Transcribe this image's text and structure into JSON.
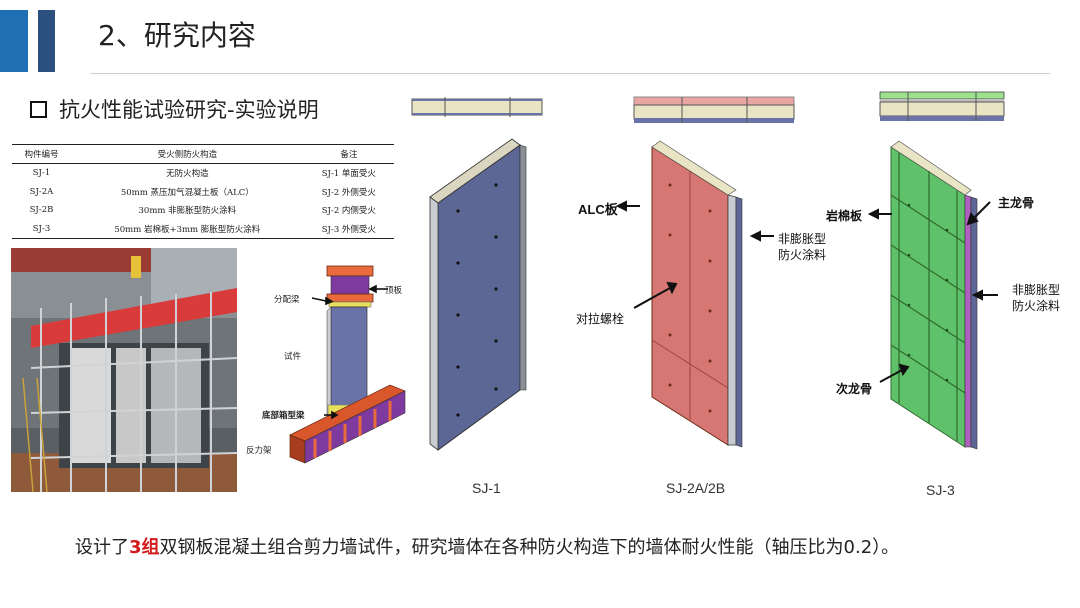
{
  "header": {
    "title": "2、研究内容",
    "subtitle": "抗火性能试验研究-实验说明",
    "accent_colors": [
      "#1f6fb5",
      "#2b4f7e"
    ]
  },
  "table": {
    "headers": [
      "构件编号",
      "受火侧防火构造",
      "备注"
    ],
    "rows": [
      [
        "SJ-1",
        "无防火构造",
        "SJ-1 单面受火"
      ],
      [
        "SJ-2A",
        "50mm 蒸压加气混凝土板（ALC）",
        "SJ-2 外侧受火"
      ],
      [
        "SJ-2B",
        "30mm 非膨胀型防火涂料",
        "SJ-2 内侧受火"
      ],
      [
        "SJ-3",
        "50mm 岩棉板+3mm 膨胀型防火涂料",
        "SJ-3 外侧受火"
      ]
    ]
  },
  "setup_diagram": {
    "labels": {
      "distribution_beam": "分配梁",
      "top_plate": "顶板",
      "specimen": "试件",
      "bottom_box_beam": "底部箱型梁",
      "reaction_frame": "反力架"
    }
  },
  "specimens": {
    "sj1": {
      "caption": "SJ-1"
    },
    "sj2": {
      "caption": "SJ-2A/2B",
      "alc_label": "ALC板",
      "coating_label_line1": "非膨胀型",
      "coating_label_line2": "防火涂料",
      "bolt_label": "对拉螺栓"
    },
    "sj3": {
      "caption": "SJ-3",
      "rockwool_label": "岩棉板",
      "main_keel_label": "主龙骨",
      "coating_label_line1": "非膨胀型",
      "coating_label_line2": "防火涂料",
      "secondary_keel_label": "次龙骨"
    }
  },
  "footer": {
    "prefix": "设计了",
    "highlight": "3组",
    "suffix": "双钢板混凝土组合剪力墙试件，研究墙体在各种防火构造下的墙体耐火性能（轴压比为0.2）。",
    "highlight_color": "#d21b1b"
  }
}
